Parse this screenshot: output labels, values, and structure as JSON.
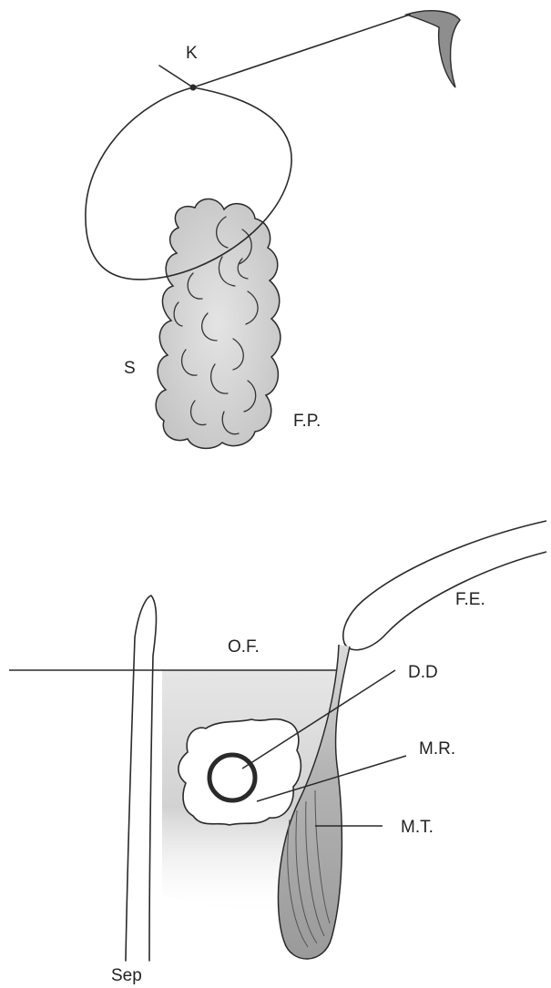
{
  "top_figure": {
    "labels": {
      "knot": "K",
      "suture": "S",
      "fat_pad": "F.P."
    }
  },
  "bottom_figure": {
    "labels": {
      "fascia_edge": "F.E.",
      "opening": "O.F.",
      "dd": "D.D",
      "mr": "M.R.",
      "mt": "M.T.",
      "septum": "Sep"
    }
  },
  "colors": {
    "ink": "#2a2a2a",
    "fat_fill": "#d2d2d2",
    "shade": "#cfcfcf",
    "tissue": "#a8a8a8"
  }
}
